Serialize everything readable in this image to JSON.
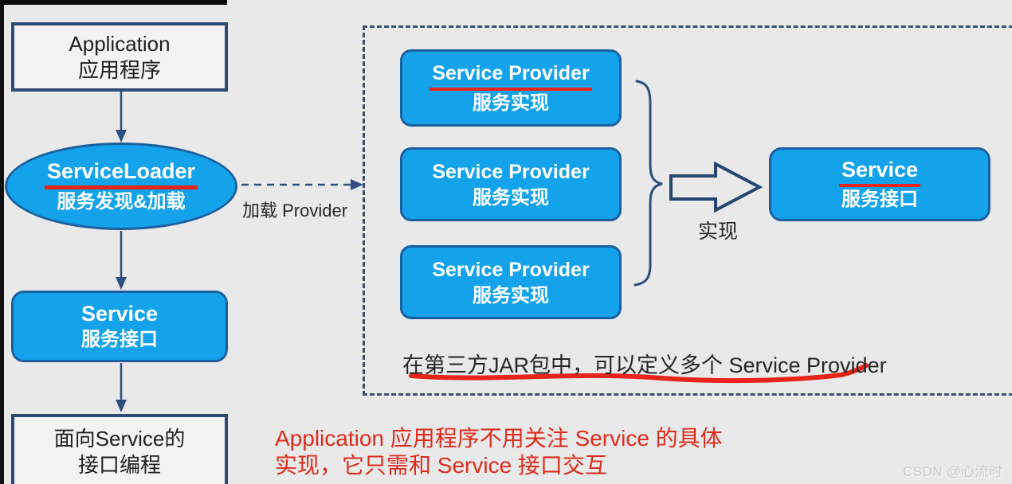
{
  "colors": {
    "background": "#e9e9e9",
    "node_blue_fill": "#14a3ea",
    "node_blue_border": "#1c5f9f",
    "navy_line": "#2e4f80",
    "red_accent": "#e8231a",
    "footer_red": "#e02b1d"
  },
  "left_column": {
    "application_box": {
      "line1": "Application",
      "line2": "应用程序"
    },
    "service_loader_ellipse": {
      "line1": "ServiceLoader",
      "line2": "服务发现&加载"
    },
    "service_box": {
      "line1": "Service",
      "line2": "服务接口"
    },
    "interface_box": {
      "line1": "面向Service的",
      "line2": "接口编程"
    }
  },
  "connector": {
    "load_label": "加载 Provider"
  },
  "provider_group": {
    "providers": [
      {
        "line1": "Service Provider",
        "line2": "服务实现",
        "underline": true
      },
      {
        "line1": "Service Provider",
        "line2": "服务实现",
        "underline": false
      },
      {
        "line1": "Service Provider",
        "line2": "服务实现",
        "underline": false
      }
    ],
    "implement_label": "实现",
    "service_box": {
      "line1": "Service",
      "line2": "服务接口"
    },
    "caption": "在第三方JAR包中，可以定义多个 Service Provider"
  },
  "footer_note": {
    "line1": "Application 应用程序不用关注 Service 的具体",
    "line2": "实现，它只需和 Service 接口交互"
  },
  "watermark": "CSDN @心流时间"
}
